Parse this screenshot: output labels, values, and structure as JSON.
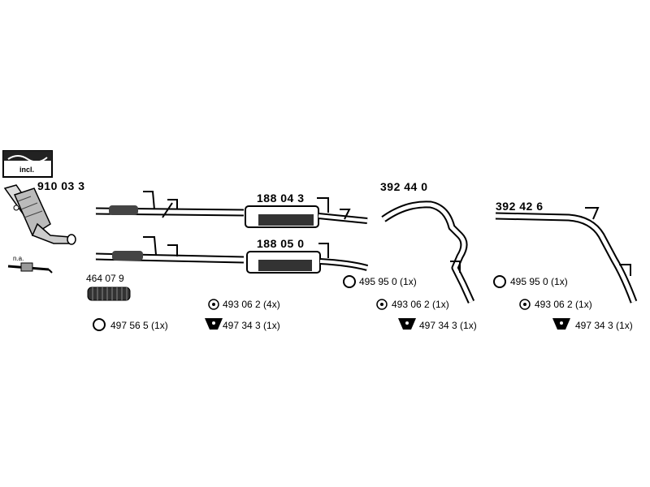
{
  "parts": {
    "catalyst": "910 03 3",
    "incl_label": "incl.",
    "na_label": "n.a.",
    "flex_pipe": "464 07 9",
    "muffler_a": "188 04 3",
    "muffler_b": "188 05 0",
    "tail_pipe_a": "392 44 0",
    "tail_pipe_b": "392 42 6"
  },
  "accessories": {
    "clamp_left": "497 56 5 (1x)",
    "rubber_mid": "493 06 2 (4x)",
    "hanger_mid": "497 34 3  (1x)",
    "clamp_tail_a": "495 95 0 (1x)",
    "rubber_tail_a": "493 06 2 (1x)",
    "hanger_tail_a": "497 34 3  (1x)",
    "clamp_tail_b": "495 95 0 (1x)",
    "rubber_tail_b": "493 06 2 (1x)",
    "hanger_tail_b": "497 34 3  (1x)"
  }
}
